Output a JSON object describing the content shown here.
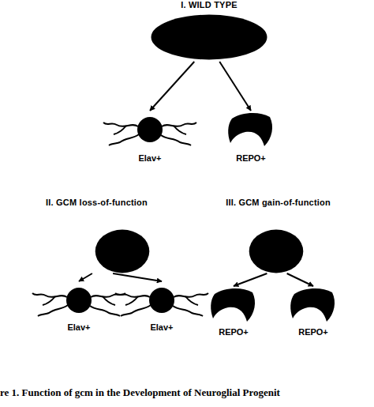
{
  "diagram": {
    "caption": "re 1. Function of gcm in the Development of Neuroglial Progenit",
    "nodes": [
      {
        "text": [
          "I. WILD TYPE"
        ]
      },
      {
        "text": [
          "Elav+"
        ]
      },
      {
        "text": [
          "REPO+"
        ]
      },
      {
        "text": [
          "II. GCM loss-of-function"
        ]
      },
      {
        "text": [
          "Elav+"
        ]
      },
      {
        "text": [
          "Elav+"
        ]
      },
      {
        "text": [
          "III. GCM gain-of-function"
        ]
      },
      {
        "text": [
          "REPO+"
        ]
      },
      {
        "text": [
          "REPO+"
        ]
      }
    ],
    "edges": [
      {
        "from": 0,
        "to": 1,
        "arrow": "to"
      },
      {
        "from": 0,
        "to": 2,
        "arrow": "to"
      },
      {
        "from": 3,
        "to": 4,
        "arrow": "to"
      },
      {
        "from": 3,
        "to": 5,
        "arrow": "to"
      },
      {
        "from": 6,
        "to": 7,
        "arrow": "to"
      },
      {
        "from": 6,
        "to": 8,
        "arrow": "to"
      }
    ]
  }
}
